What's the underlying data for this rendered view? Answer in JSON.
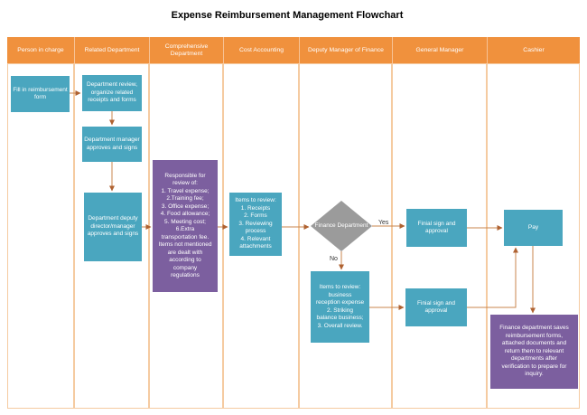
{
  "title": "Expense Reimbursement Management Flowchart",
  "colors": {
    "header_orange": "#F0913D",
    "lane_border": "#F5CBA1",
    "process_teal": "#4AA6BF",
    "note_purple": "#7C5F9F",
    "decision_gray": "#9B9B9B",
    "arrow_line": "#C8864E",
    "arrow_head": "#AF6231"
  },
  "lanes": [
    {
      "title": "Person in charge"
    },
    {
      "title": "Related Department"
    },
    {
      "title": "Comprehensive Department"
    },
    {
      "title": "Cost Accounting"
    },
    {
      "title": "Deputy Manager of Finance"
    },
    {
      "title": "General Manager"
    },
    {
      "title": "Cashier"
    }
  ],
  "nodes": {
    "fill_form": {
      "label": "Fill in reimbursement form"
    },
    "dept_review": {
      "label": "Department review, organize related receipts and forms"
    },
    "dept_manager": {
      "label": "Department manager approves and signs"
    },
    "dept_deputy": {
      "label": "Department deputy director/manager approves and signs"
    },
    "review_scope": {
      "label": "Responsible for\nreview of:\n1. Travel expense;\n2.Training fee;\n3. Office expense;\n4. Food allowance;\n5. Meeting cost;\n6.Extra\ntransportation fee.\nItems not mentioned\nare dealt with\naccording to\ncompany\nregulations"
    },
    "items_review_cost": {
      "label": "Items to review:\n1. Receipts\n2. Forms\n3. Reviewing\nprocess\n4. Relevant\nattachments"
    },
    "finance_decision": {
      "label": "Finance Department"
    },
    "items_review_deputy": {
      "label": "Items to review:\nbusiness\nreception expense\n2. Striking\nbalance business;\n3. Overall review."
    },
    "final_sign_top": {
      "label": "Finial sign and approval"
    },
    "final_sign_bottom": {
      "label": "Finial sign and approval"
    },
    "pay": {
      "label": "Pay"
    },
    "archive_note": {
      "label": "Finance department saves\nreimbursement forms,\nattached documents and\nreturn them to relevant\ndepartments after\nverification to prepare for\ninquiry."
    }
  },
  "edges": {
    "yes_label": "Yes",
    "no_label": "No"
  }
}
